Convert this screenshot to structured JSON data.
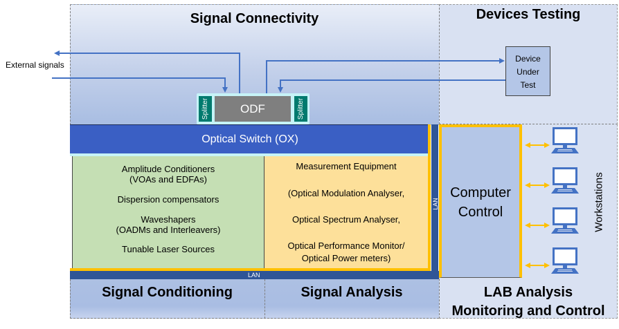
{
  "regions": {
    "signal_connectivity": "Signal Connectivity",
    "devices_testing": "Devices Testing",
    "signal_conditioning": "Signal Conditioning",
    "signal_analysis": "Signal Analysis",
    "lab_line1": "LAB Analysis",
    "lab_line2": "Monitoring and Control"
  },
  "external_signals": "External signals",
  "odf": {
    "label": "ODF",
    "splitter_label": "Splitter"
  },
  "dut": {
    "line1": "Device",
    "line2": "Under",
    "line3": "Test"
  },
  "optical_switch": "Optical Switch (OX)",
  "conditioning_items": [
    "Amplitude Conditioners",
    "(VOAs and EDFAs)",
    "Dispersion compensators",
    "Waveshapers",
    "(OADMs and Interleavers)",
    "Tunable Laser Sources"
  ],
  "analysis_items": [
    "Measurement Equipment",
    "(Optical Modulation Analyser,",
    "Optical Spectrum Analyser,",
    "Optical Performance Monitor/",
    "Optical Power meters)"
  ],
  "lan_label": "LAN",
  "computer_control": {
    "line1": "Computer",
    "line2": "Control"
  },
  "workstations": {
    "label": "Workstations",
    "count": 4
  },
  "colors": {
    "optical_switch": "#3a5fc4",
    "lan": "#2f5597",
    "lan_frame": "#ffc000",
    "conditioning": "#c5dfb4",
    "analysis": "#fde09a",
    "splitter": "#007a6e",
    "odf": "#7f7f7f",
    "signal_line": "#4472c4"
  }
}
